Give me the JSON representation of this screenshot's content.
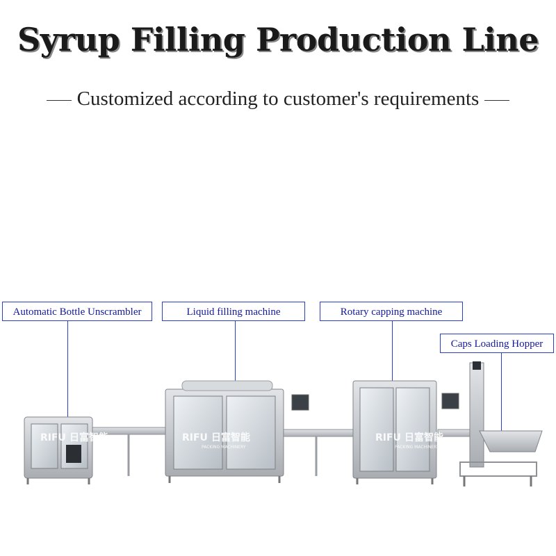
{
  "header": {
    "title": "Syrup Filling Production Line",
    "subtitle": "Customized according to customer's requirements"
  },
  "callouts": [
    {
      "label": "Automatic Bottle Unscrambler"
    },
    {
      "label": "Liquid filling machine"
    },
    {
      "label": "Rotary capping machine"
    },
    {
      "label": "Caps Loading Hopper"
    }
  ],
  "branding": {
    "logo_text": "RIFU",
    "logo_cn": "日富智能",
    "logo_tagline": "PACKING MACHINERY"
  },
  "colors": {
    "callout_border": "#2a3fc7",
    "callout_text": "#13189a",
    "steel": "#c9ccd0",
    "steel_dark": "#8e9297"
  }
}
